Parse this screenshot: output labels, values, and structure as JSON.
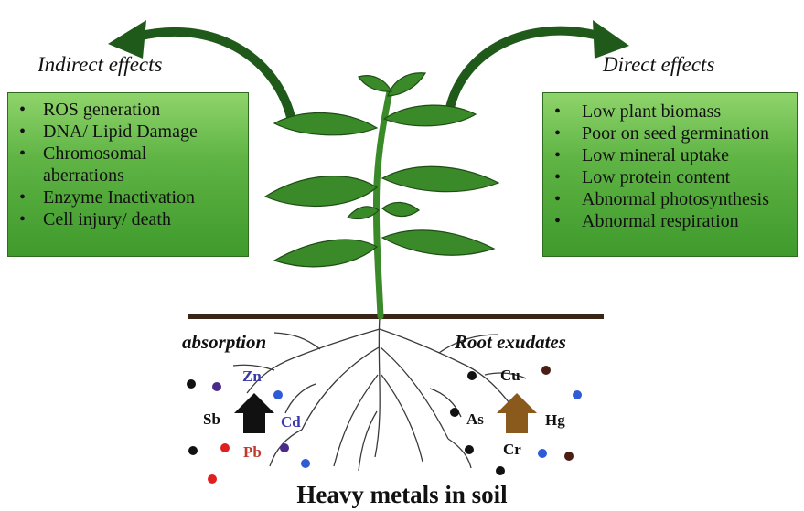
{
  "indirect": {
    "heading": "Indirect effects",
    "items": [
      "ROS generation",
      "DNA/ Lipid Damage",
      "Chromosomal aberrations",
      "Enzyme Inactivation",
      "Cell injury/ death"
    ]
  },
  "direct": {
    "heading": "Direct effects",
    "items": [
      "Low plant biomass",
      "Poor on seed germination",
      "Low mineral uptake",
      "Low protein content",
      "Abnormal photosynthesis",
      "Abnormal respiration"
    ]
  },
  "labels": {
    "absorption": "absorption",
    "root_exudates": "Root exudates",
    "title": "Heavy metals in soil"
  },
  "metals": {
    "zn": "Zn",
    "sb": "Sb",
    "cd": "Cd",
    "pb": "Pb",
    "cu": "Cu",
    "as": "As",
    "hg": "Hg",
    "cr": "Cr"
  },
  "colors": {
    "box_green": "#5fb444",
    "arrow_green": "#1f5a1a",
    "leaf_green": "#3b8a2a",
    "soil_line": "#3a2416",
    "absorption_arrow": "#111111",
    "exudate_arrow": "#8a5a1c",
    "zn_color": "#3a3aa8",
    "cd_color": "#3a3aa8",
    "pb_color": "#c0392b"
  }
}
